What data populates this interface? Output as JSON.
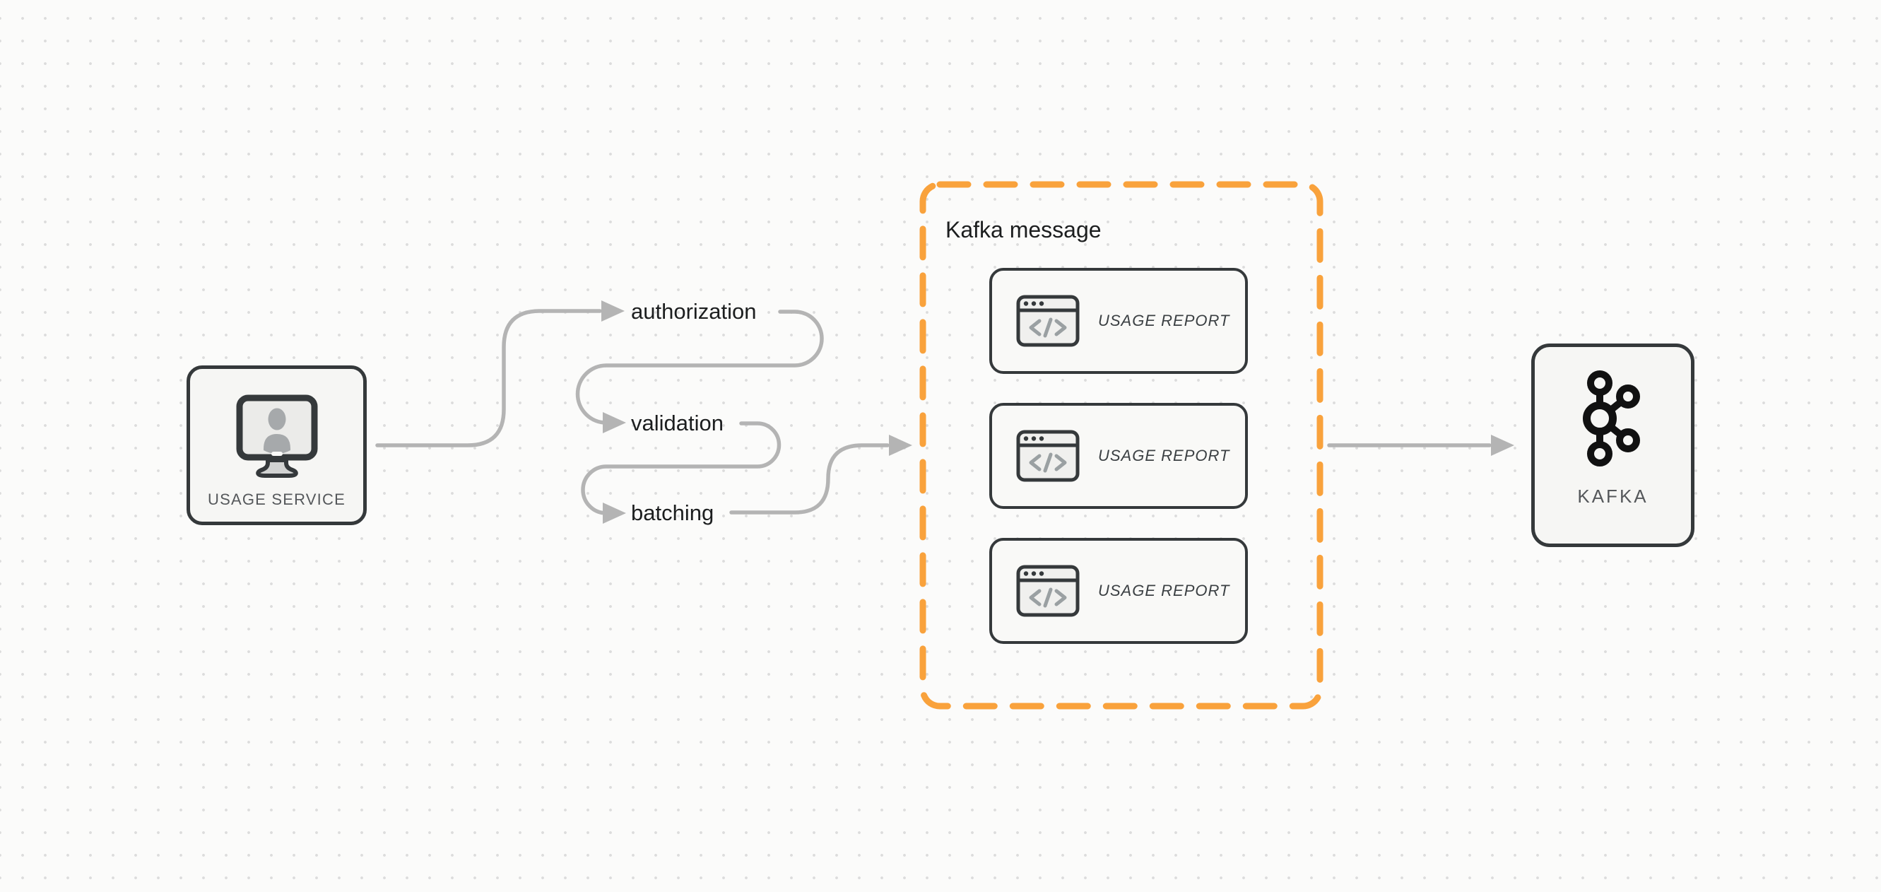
{
  "diagram": {
    "usage_service": {
      "label": "USAGE SERVICE",
      "icon": "monitor-user-icon"
    },
    "pipeline_steps": [
      {
        "label": "authorization"
      },
      {
        "label": "validation"
      },
      {
        "label": "batching"
      }
    ],
    "kafka_message": {
      "title": "Kafka message",
      "cards": [
        {
          "label": "USAGE REPORT",
          "icon": "code-window-icon"
        },
        {
          "label": "USAGE REPORT",
          "icon": "code-window-icon"
        },
        {
          "label": "USAGE REPORT",
          "icon": "code-window-icon"
        }
      ]
    },
    "kafka": {
      "label": "KAFKA",
      "icon": "kafka-logo-icon"
    }
  },
  "colors": {
    "accent_orange": "#F9A23C",
    "connector_gray": "#B4B4B4",
    "node_border": "#35393B",
    "node_fill": "#F6F6F4",
    "text_dark": "#1C1E1F",
    "text_gray": "#55585B",
    "bg": "#FBFBFA",
    "dot": "#DCDCDC"
  }
}
